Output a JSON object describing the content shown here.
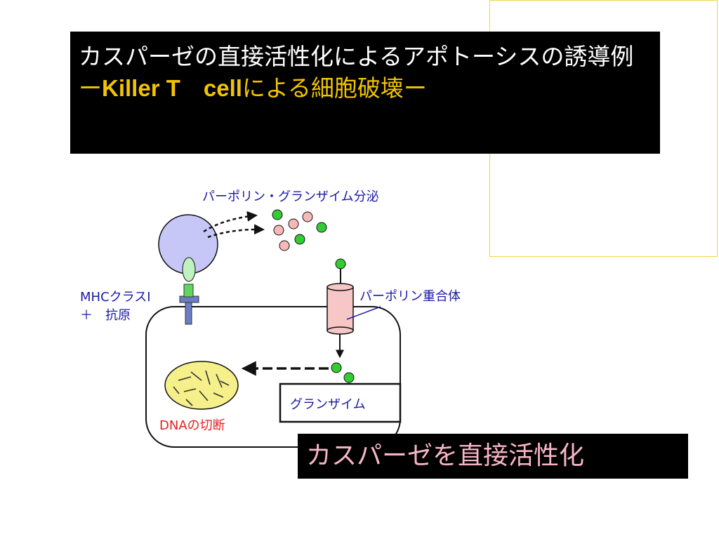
{
  "title": {
    "line1": "カスパーゼの直接活性化によるアポトーシスの誘導例",
    "line2_prefix": "ー",
    "line2_en": "Killer T　cell",
    "line2_suffix": "による細胞破壊ー"
  },
  "caption": "カスパーゼを直接活性化",
  "diagram": {
    "secretion_label": "パーポリン・グランザイム分泌",
    "mhc_label": "MHCクラスⅠ",
    "antigen_label": "＋　抗原",
    "polymer_label": "パーポリン重合体",
    "granzyme_label": "グランザイム",
    "dna_label": "DNAの切断"
  },
  "colors": {
    "tcell": "#c6c6f7",
    "green_particle": "#33cc33",
    "pink_particle": "#f7b8b8",
    "nucleus": "#f5f08a",
    "label_blue": "#1a1aa6",
    "label_red": "#e52020",
    "title_yellow": "#f2c400",
    "caption_pink": "#f7b6c6"
  }
}
